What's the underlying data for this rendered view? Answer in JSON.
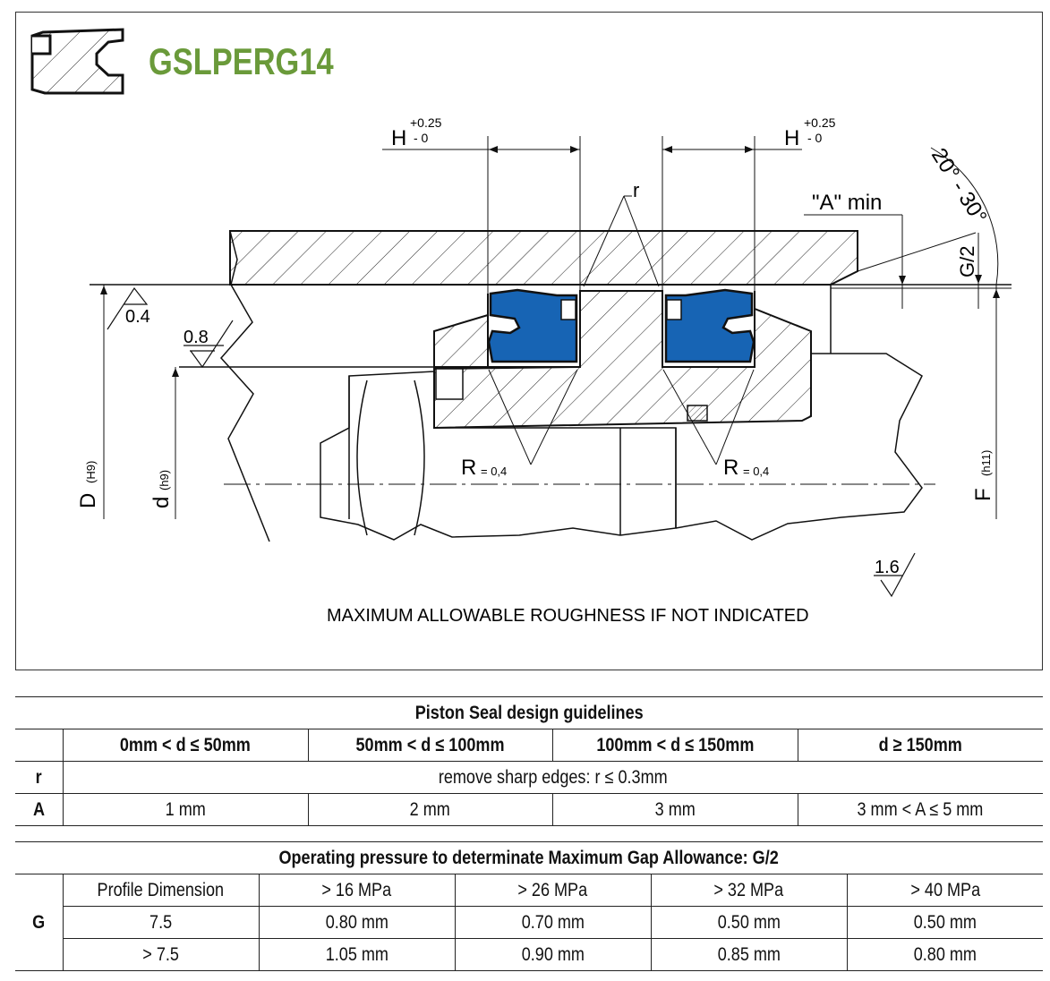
{
  "title": "GSLPERG14",
  "colors": {
    "title_green": "#6a9a3a",
    "seal_blue": "#1764b4",
    "line": "#111111"
  },
  "drawing": {
    "h_dimension": "H",
    "h_tol_plus": "+0.25",
    "h_tol_minus": "- 0",
    "r_label": "r",
    "a_min_label": "\"A\" min",
    "g2_label": "G/2",
    "angle_label": "20° - 30°",
    "D_label": "D",
    "D_tol": "(H9)",
    "d_label": "d",
    "d_tol": "(h9)",
    "F_label": "F",
    "F_tol": "(h11)",
    "R_label": "R",
    "R_value": "= 0,4",
    "rough_04": "0.4",
    "rough_08": "0.8",
    "rough_16": "1.6",
    "note": "MAXIMUM ALLOWABLE ROUGHNESS IF NOT INDICATED"
  },
  "table1": {
    "title": "Piston Seal design guidelines",
    "columns": [
      "0mm < d ≤ 50mm",
      "50mm < d ≤ 100mm",
      "100mm < d ≤ 150mm",
      "d ≥ 150mm"
    ],
    "row_r_label": "r",
    "row_r_text": "remove sharp edges: r  ≤ 0.3mm",
    "row_a_label": "A",
    "row_a_values": [
      "1 mm",
      "2 mm",
      "3 mm",
      "3 mm < A ≤ 5 mm"
    ]
  },
  "table2": {
    "title": "Operating pressure to determinate Maximum Gap Allowance: G/2",
    "row_label": "G",
    "header": [
      "Profile Dimension",
      "> 16 MPa",
      "> 26 MPa",
      "> 32 MPa",
      "> 40 MPa"
    ],
    "rows": [
      [
        "7.5",
        "0.80 mm",
        "0.70 mm",
        "0.50 mm",
        "0.50 mm"
      ],
      [
        "> 7.5",
        "1.05 mm",
        "0.90 mm",
        "0.85 mm",
        "0.80 mm"
      ]
    ]
  }
}
